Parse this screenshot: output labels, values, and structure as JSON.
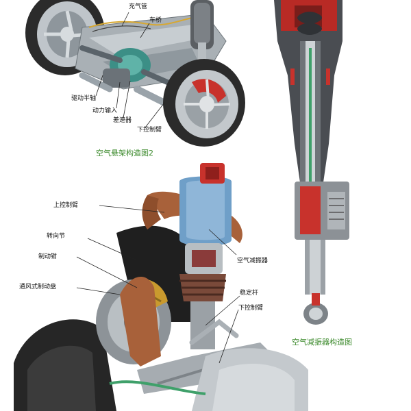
{
  "colors": {
    "caption_green": "#3c8a2c",
    "steel": "#9aa3aa",
    "cutaway_red": "#c8322c",
    "bronze_arm": "#a8613a",
    "air_bellows_blue": "#6f9fc8",
    "coolant_green": "#3fa06a"
  },
  "figure1": {
    "caption": "空气悬架构造图2",
    "labels": {
      "air_pipe": "充气管",
      "axle": "车桥",
      "drive_half_shaft": "驱动半轴",
      "power_input": "动力输入",
      "differential": "差速器",
      "lower_arm": "下控制臂"
    }
  },
  "figure2": {
    "caption": "空气减振器构造图"
  },
  "figure3": {
    "labels": {
      "upper_arm": "上控制臂",
      "steering_knuckle": "转向节",
      "brake_caliper": "制动钳",
      "vented_disc": "通风式制动盘",
      "air_damper": "空气减振器",
      "stabilizer": "稳定杆",
      "lower_arm": "下控制臂"
    }
  }
}
